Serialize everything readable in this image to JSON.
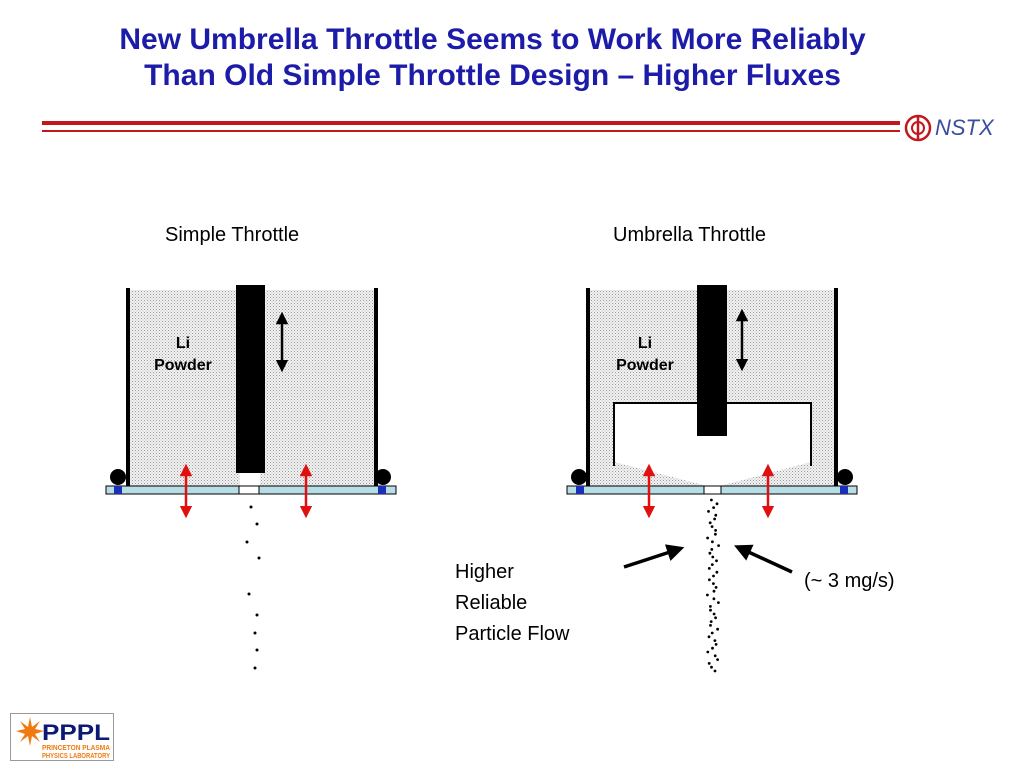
{
  "slide": {
    "title_line1": "New Umbrella Throttle Seems to Work More Reliably",
    "title_line2": "Than Old Simple Throttle Design – Higher Fluxes"
  },
  "logos": {
    "nstx": "NSTX",
    "pppl": "PPPL",
    "pppl_sub1": "PRINCETON PLASMA",
    "pppl_sub2": "PHYSICS LABORATORY"
  },
  "diagram": {
    "simple": {
      "title": "Simple Throttle",
      "li_line1": "Li",
      "li_line2": "Powder"
    },
    "umbrella": {
      "title": "Umbrella Throttle",
      "li_line1": "Li",
      "li_line2": "Powder"
    },
    "callout": {
      "line1": "Higher",
      "line2": "Reliable",
      "line3": "Particle Flow"
    },
    "rate": "(~ 3 mg/s)"
  },
  "colors": {
    "title": "#1c1ca8",
    "rule": "#c0181d",
    "arrow_red": "#e01010",
    "base_plate": "#b7dde6",
    "seal_blue": "#1c2fb8",
    "powder_fill": "#dcdcdc"
  }
}
